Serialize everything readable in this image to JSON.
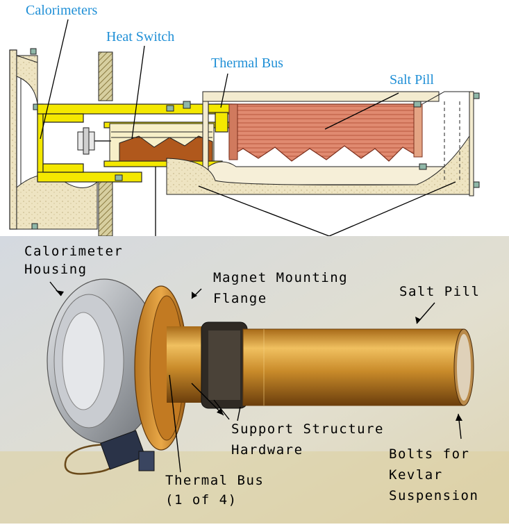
{
  "colors": {
    "top_label": "#1f8fd6",
    "brass": "#f4e800",
    "salt": "#d9836a",
    "copper": "#c98b2a",
    "beige": "#ecdcb0",
    "photo_bg": "#d8d6c8"
  },
  "top_labels": {
    "calorimeters": "Calorimeters",
    "heat_switch": "Heat Switch",
    "thermal_bus": "Thermal Bus",
    "salt_pill": "Salt Pill"
  },
  "photo_labels": {
    "calorimeter_housing_1": "Calorimeter",
    "calorimeter_housing_2": "Housing",
    "magnet_flange_1": "Magnet Mounting",
    "magnet_flange_2": "Flange",
    "salt_pill": "Salt Pill",
    "support_structure_1": "Support Structure",
    "support_structure_2": "Hardware",
    "bolts_1": "Bolts for",
    "bolts_2": "Kevlar",
    "bolts_3": "Suspension",
    "thermal_bus_1": "Thermal Bus",
    "thermal_bus_2": "(1 of 4)"
  }
}
